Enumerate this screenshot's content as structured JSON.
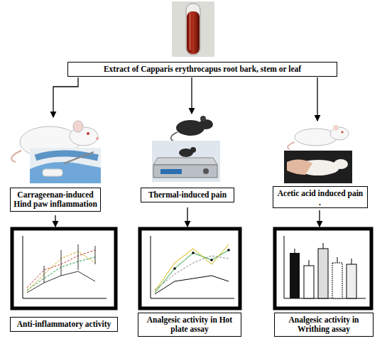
{
  "diagram": {
    "nodes": [
      {
        "text": [
          "Extract of Capparis erythrocapus root bark, stem or leaf"
        ]
      },
      {
        "text": [
          "Carrageenan-induced Hind paw inflammation"
        ]
      },
      {
        "text": [
          "Thermal-induced pain"
        ]
      },
      {
        "text": [
          "Acetic acid induced pain"
        ]
      },
      {
        "text": [
          "Anti-inflammatory activity"
        ]
      },
      {
        "text": [
          "Analgesic activity in Hot plate assay"
        ]
      },
      {
        "text": [
          "Analgesic activity in Writhing assay"
        ]
      }
    ],
    "labels": [
      "."
    ]
  }
}
